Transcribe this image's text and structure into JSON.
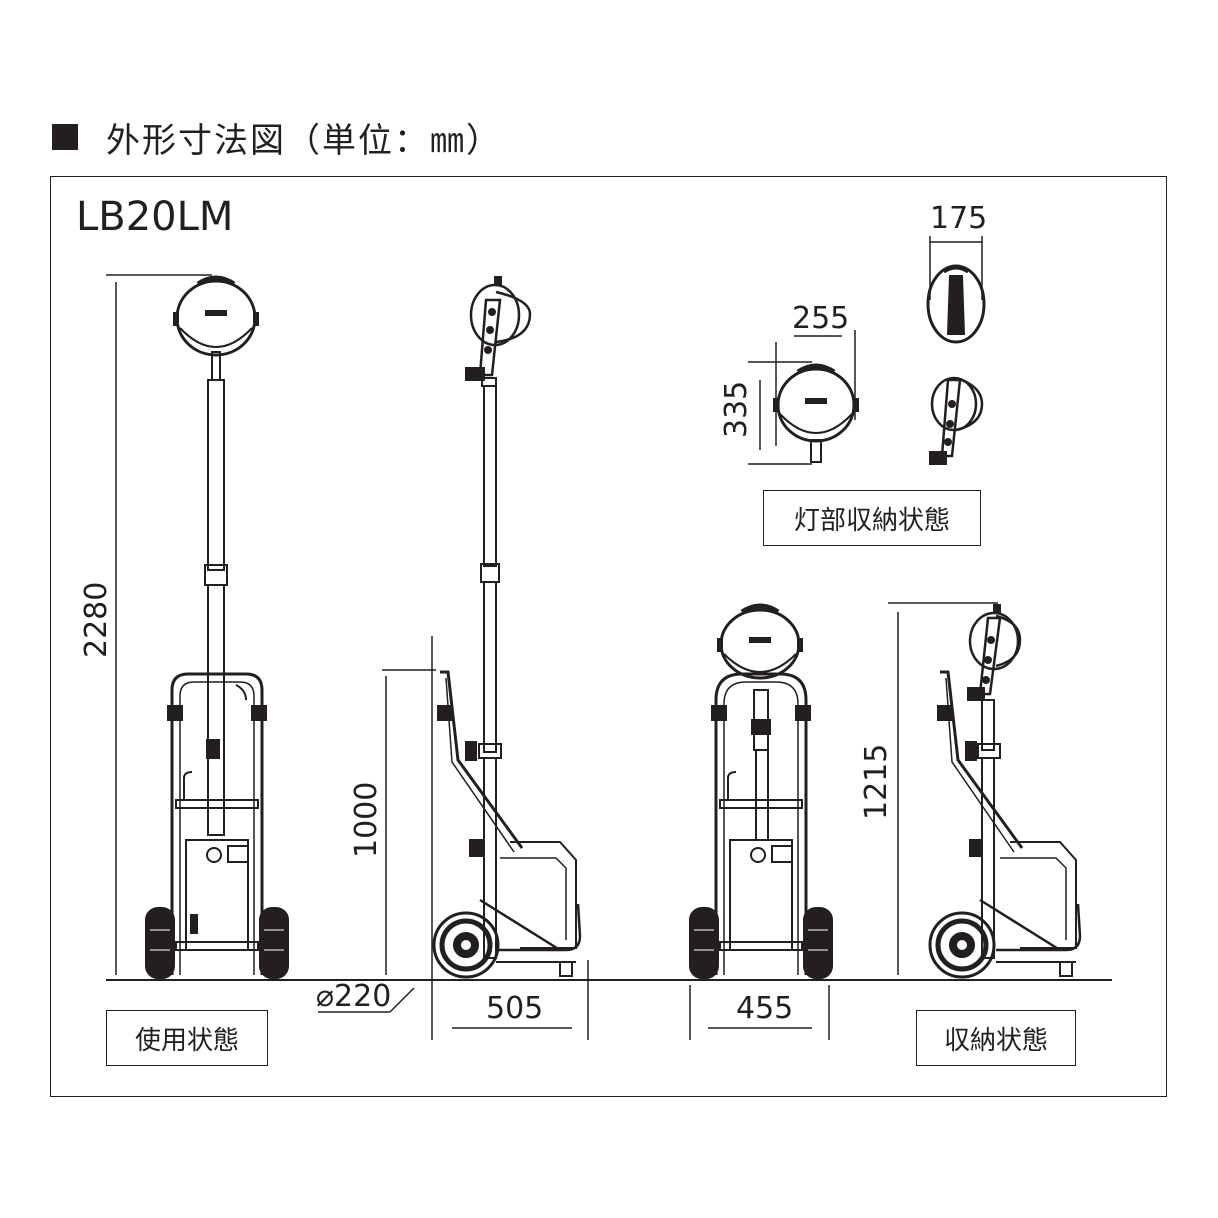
{
  "heading": "外形寸法図（単位：㎜）",
  "model": "LB20LM",
  "labels": {
    "in_use": "使用状態",
    "stored": "収納状態",
    "lamp_stored": "灯部収納状態"
  },
  "dimensions": {
    "height_use": "2280",
    "height_frame": "1000",
    "height_stored": "1215",
    "wheel_dia": "⌀220",
    "depth": "505",
    "width": "455",
    "lamp_width": "255",
    "lamp_height": "335",
    "lamp_depth": "175"
  }
}
